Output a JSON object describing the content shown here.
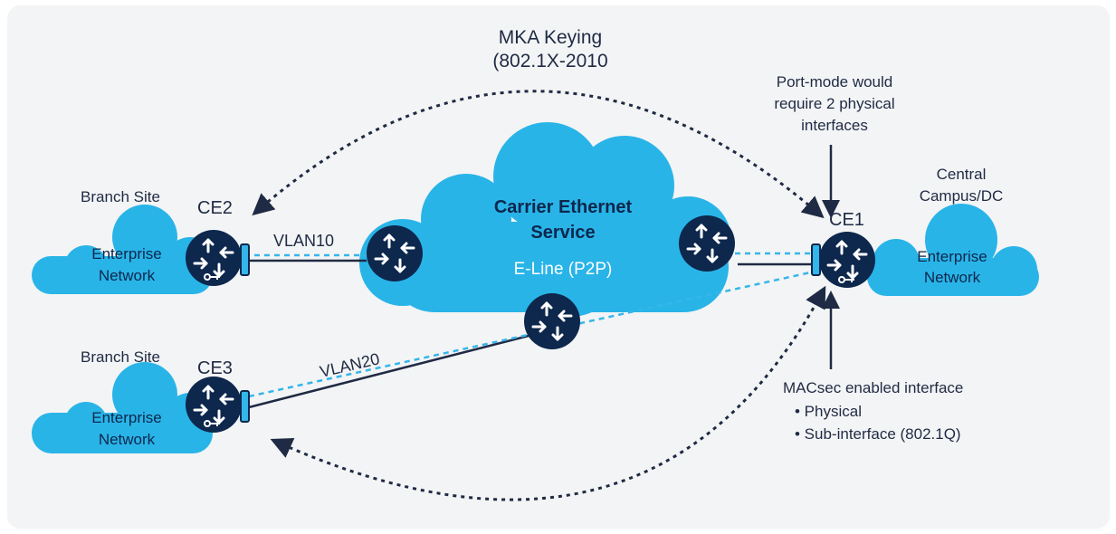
{
  "diagram": {
    "mka": {
      "line1": "MKA Keying",
      "line2": "(802.1X-2010"
    },
    "carrier": {
      "line1": "Carrier Ethernet",
      "line2": "Service",
      "line3": "E-Line (P2P)"
    },
    "port_note": {
      "line1": "Port-mode would",
      "line2": "require 2 physical",
      "line3": "interfaces"
    },
    "macsec_note": {
      "line1": "MACsec enabled interface",
      "bullet1": "• Physical",
      "bullet2": "• Sub-interface (802.1Q)"
    },
    "central": {
      "line1": "Central",
      "line2": "Campus/DC",
      "node": "CE1",
      "cloud1": "Enterprise",
      "cloud2": "Network"
    },
    "branch_top": {
      "site": "Branch Site",
      "node": "CE2",
      "cloud1": "Enterprise",
      "cloud2": "Network",
      "vlan": "VLAN10"
    },
    "branch_bottom": {
      "site": "Branch Site",
      "node": "CE3",
      "cloud1": "Enterprise",
      "cloud2": "Network",
      "vlan": "VLAN20"
    }
  },
  "colors": {
    "cloud": "#29b4e8",
    "router": "#0d274d",
    "link": "#1f2a44",
    "macsec_link": "#35b6ea",
    "panel": "#f3f4f5"
  },
  "icons": [
    "router-icon",
    "key-icon",
    "cloud-icon",
    "arrow-icon"
  ]
}
